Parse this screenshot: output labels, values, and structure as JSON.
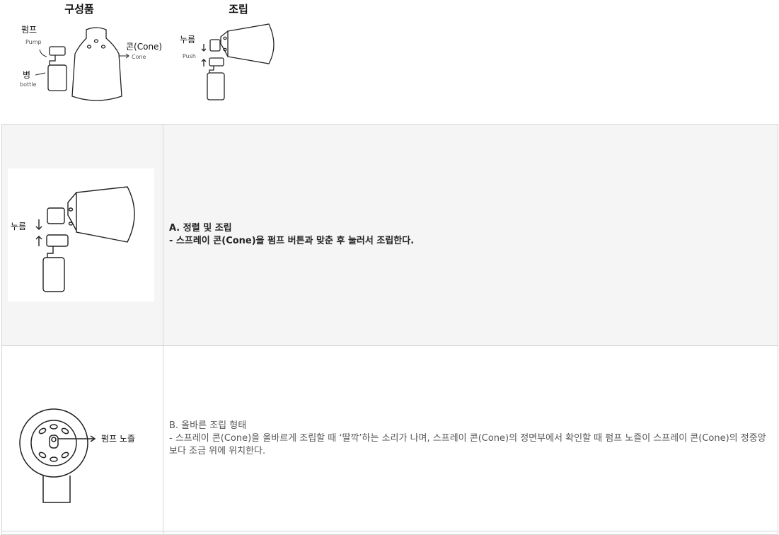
{
  "top": {
    "components_title": "구성품",
    "assembly_title": "조립",
    "pump_label_ko": "펌프",
    "pump_label_en": "Pump",
    "bottle_label_ko": "병",
    "bottle_label_en": "bottle",
    "cone_label_ko": "콘(Cone)",
    "cone_label_en": "Cone",
    "press_label_ko": "누름",
    "press_label_en": "Push"
  },
  "steps": [
    {
      "figure_label": "누름",
      "title": "A. 정렬 및 조립",
      "description": "- 스프레이 콘(Cone)을 펌프 버튼과 맞춘 후 눌러서 조립한다."
    },
    {
      "figure_label": "펌프  노즐",
      "title": "B. 올바른 조립 형태",
      "description": "- 스프레이 콘(Cone)을 올바르게 조립할 때 ‘딸깍’하는 소리가 나며, 스프레이 콘(Cone)의 정면부에서 확인할 때 펌프 노즐이 스프레이 콘(Cone)의 정중앙보다 조금 위에 위치한다."
    }
  ],
  "colors": {
    "row_a_background": "#f5f5f5",
    "border": "#d5d5d5",
    "line": "#222222"
  }
}
